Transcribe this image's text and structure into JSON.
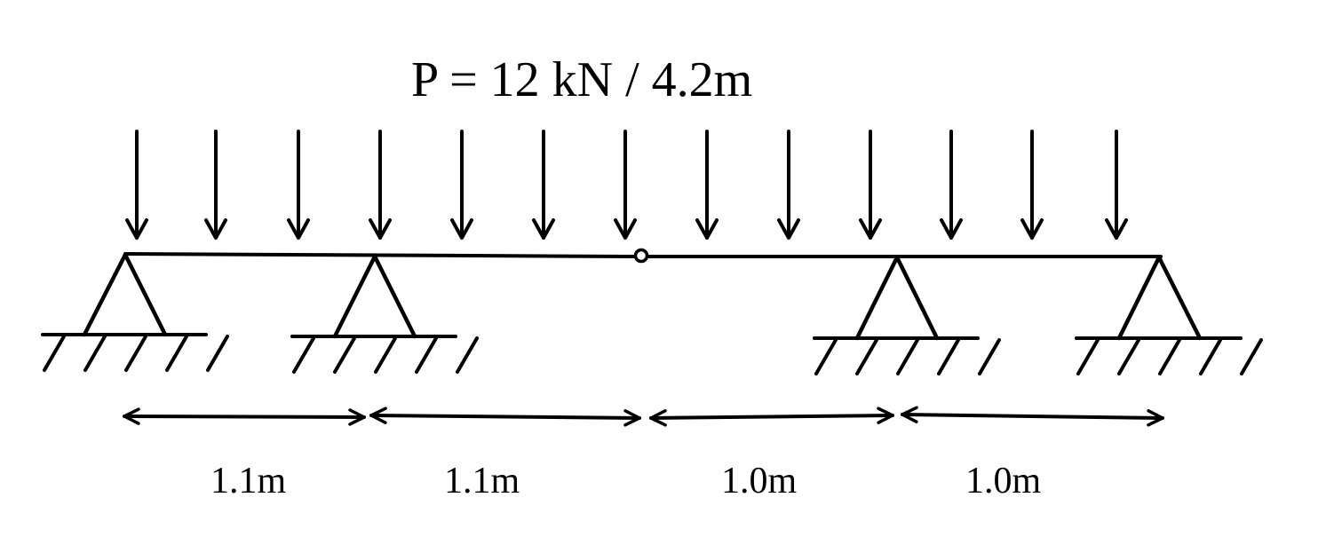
{
  "load": {
    "label": "P = 12 kN / 4.2m"
  },
  "spans": [
    {
      "label": "1.1m"
    },
    {
      "label": "1.1m"
    },
    {
      "label": "1.0m"
    },
    {
      "label": "1.0m"
    }
  ],
  "supports": [
    {
      "type": "pin"
    },
    {
      "type": "pin"
    },
    {
      "type": "pin"
    },
    {
      "type": "pin"
    }
  ],
  "hinge": {
    "type": "internal-hinge"
  },
  "colors": {
    "ink": "#000000",
    "background": "#ffffff"
  }
}
